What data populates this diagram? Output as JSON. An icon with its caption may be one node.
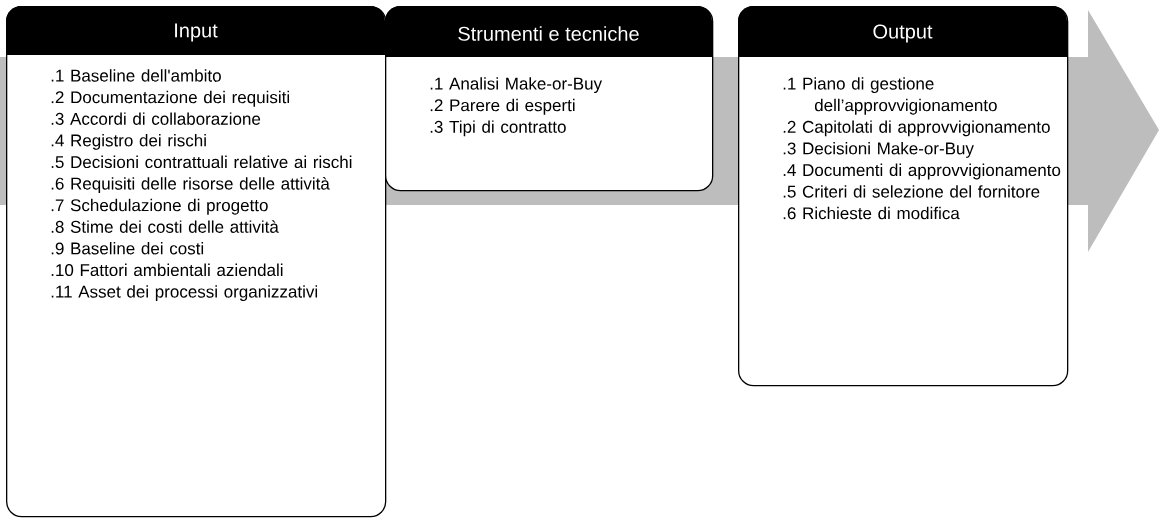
{
  "diagram": {
    "nodes": [
      {
        "text": [
          "Input",
          ".1 Baseline dell'ambito",
          ".2 Documentazione dei requisiti",
          ".3 Accordi di collaborazione",
          ".4 Registro dei rischi",
          ".5 Decisioni contrattuali relative ai rischi",
          ".6 Requisiti delle risorse delle attività",
          ".7 Schedulazione di progetto",
          ".8 Stime dei costi delle attività",
          ".9 Baseline dei costi",
          ".10 Fattori ambientali aziendali",
          ".11 Asset dei processi organizzativi"
        ]
      },
      {
        "text": [
          "Strumenti e tecniche",
          ".1 Analisi Make-or-Buy",
          ".2 Parere di esperti",
          ".3 Tipi di contratto"
        ]
      },
      {
        "text": [
          "Output",
          ".1 Piano di gestione dell’approvvigionamento",
          ".2 Capitolati di approvvigionamento",
          ".3 Decisioni Make-or-Buy",
          ".4 Documenti di approvvigionamento",
          ".5 Criteri di selezione del fornitore",
          ".6 Richieste di modifica"
        ]
      }
    ]
  }
}
